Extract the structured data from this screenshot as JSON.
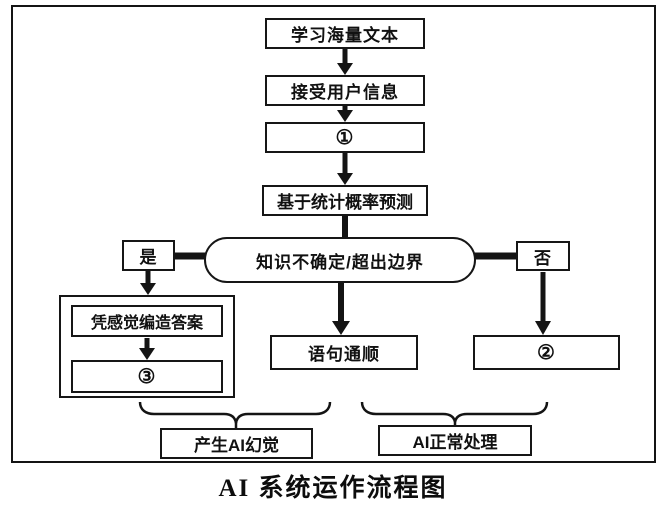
{
  "caption": "AI 系统运作流程图",
  "colors": {
    "ink": "#141414",
    "background": "#ffffff"
  },
  "nodes": {
    "learn": "学习海量文本",
    "receive_input": "接受用户信息",
    "step_1": "①",
    "predict": "基于统计概率预测",
    "decision": "知识不确定/超出边界",
    "yes": "是",
    "no": "否",
    "fabricate": "凭感觉编造答案",
    "step_3": "③",
    "fluent": "语句通顺",
    "step_2": "②",
    "group_hallucination": "产生AI幻觉",
    "group_normal": "AI正常处理"
  }
}
